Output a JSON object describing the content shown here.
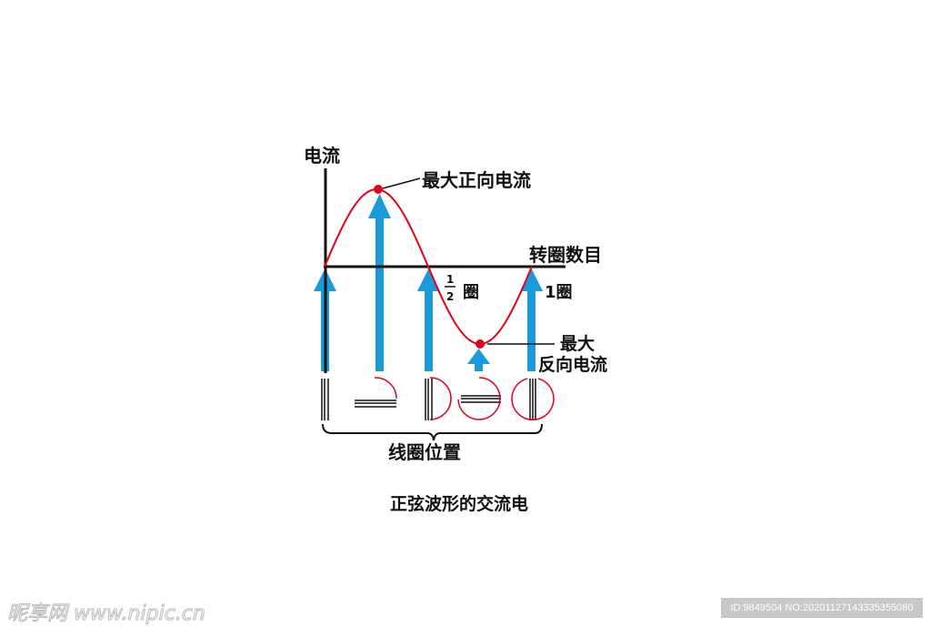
{
  "labels": {
    "y_axis": "电流",
    "x_axis": "转圈数目",
    "max_positive": "最大正向电流",
    "max_negative_line1": "最大",
    "max_negative_line2": "反向电流",
    "half_turn_num": "1",
    "half_turn_den": "2",
    "half_turn_unit": "圈",
    "one_turn": "1圈",
    "coil_position": "线圈位置",
    "caption": "正弦波形的交流电"
  },
  "colors": {
    "wave": "#e3001b",
    "arrow": "#1a9ad8",
    "axis": "#111111"
  },
  "watermark": {
    "left": "昵享网 www.nipic.cn",
    "right": "ID:9849504 NO:20201127143335355080"
  }
}
